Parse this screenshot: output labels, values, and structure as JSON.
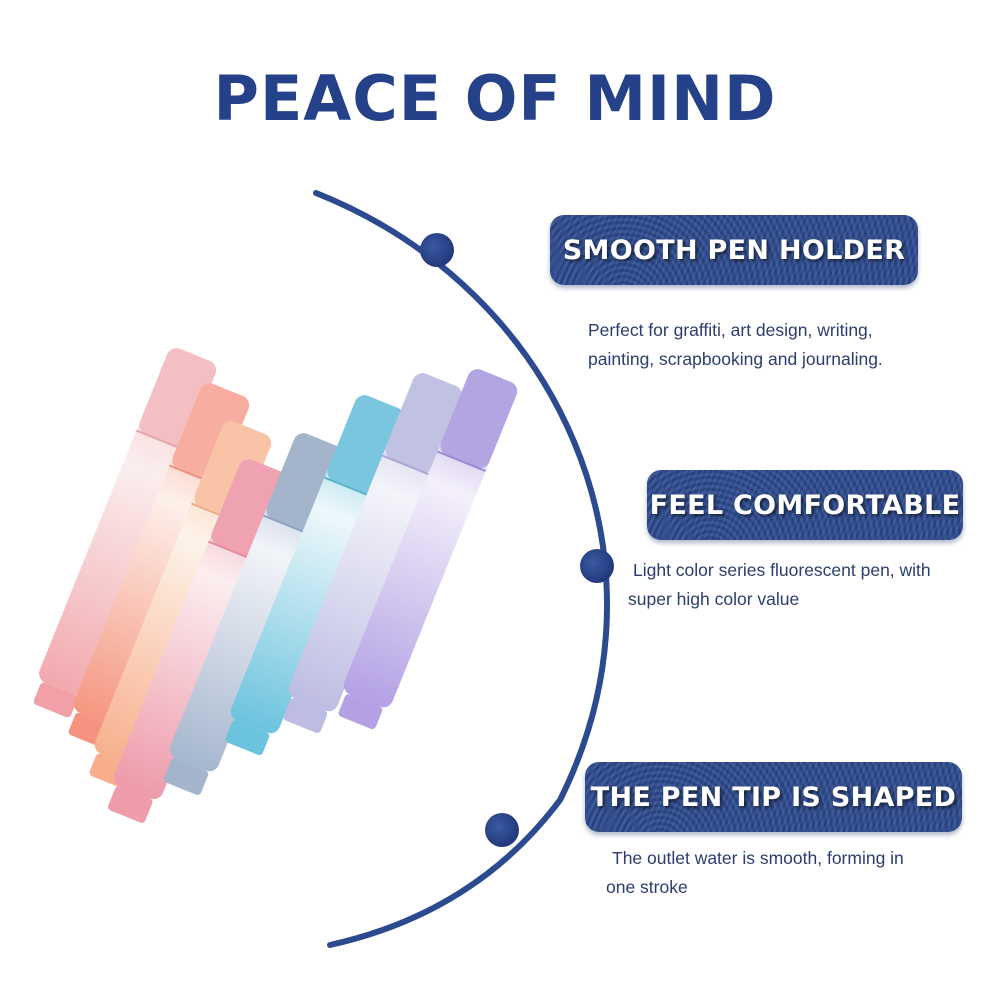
{
  "page": {
    "title": "PEACE OF MIND"
  },
  "features": [
    {
      "heading": "SMOOTH PEN HOLDER",
      "lines": [
        "Perfect for graffiti, art design, writing,",
        "painting, scrapbooking and journaling."
      ]
    },
    {
      "heading": "FEEL COMFORTABLE",
      "lines": [
        "Light color series fluorescent pen, with",
        "super high color value"
      ]
    },
    {
      "heading": "THE PEN TIP IS SHAPED",
      "lines": [
        "The outlet water is smooth, forming in",
        "one stroke"
      ]
    }
  ],
  "colors": {
    "brand_blue": "#24418a",
    "badge_blue": "#2c4a8f",
    "text_blue": "#2b3d6e",
    "pens": [
      "#f2b0b5",
      "#f7a793",
      "#f9bd9b",
      "#f0a3b2",
      "#a9bad1",
      "#7cc8df",
      "#c2c2e4",
      "#b7a6e3"
    ]
  },
  "icons": {
    "dot": "timeline-dot-icon",
    "arc": "timeline-arc"
  }
}
